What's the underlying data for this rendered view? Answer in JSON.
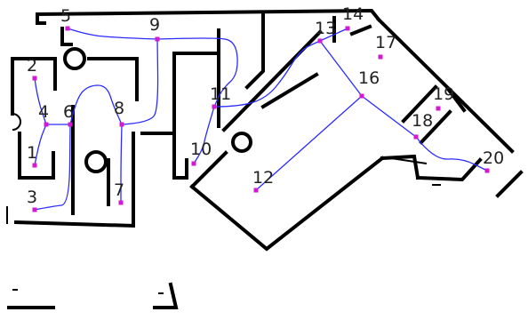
{
  "colors": {
    "background": "#ffffff",
    "wall": "#000000",
    "path": "#2b2bff",
    "node": "#d11ad1",
    "label": "#222222"
  },
  "nodes": [
    {
      "id": "1",
      "label": "1"
    },
    {
      "id": "2",
      "label": "2"
    },
    {
      "id": "3",
      "label": "3"
    },
    {
      "id": "4",
      "label": "4"
    },
    {
      "id": "5",
      "label": "5"
    },
    {
      "id": "6",
      "label": "6"
    },
    {
      "id": "7",
      "label": "7"
    },
    {
      "id": "8",
      "label": "8"
    },
    {
      "id": "9",
      "label": "9"
    },
    {
      "id": "10",
      "label": "10"
    },
    {
      "id": "11",
      "label": "11"
    },
    {
      "id": "12",
      "label": "12"
    },
    {
      "id": "13",
      "label": "13"
    },
    {
      "id": "14",
      "label": "14"
    },
    {
      "id": "16",
      "label": "16"
    },
    {
      "id": "17",
      "label": "17"
    },
    {
      "id": "18",
      "label": "18"
    },
    {
      "id": "19",
      "label": "19"
    },
    {
      "id": "20",
      "label": "20"
    }
  ],
  "edges": [
    [
      "3",
      "6"
    ],
    [
      "2",
      "4"
    ],
    [
      "4",
      "6"
    ],
    [
      "1",
      "4"
    ],
    [
      "6",
      "8"
    ],
    [
      "8",
      "9"
    ],
    [
      "9",
      "5"
    ],
    [
      "9",
      "11"
    ],
    [
      "11",
      "10"
    ],
    [
      "11",
      "13"
    ],
    [
      "13",
      "14"
    ],
    [
      "13",
      "16"
    ],
    [
      "16",
      "12"
    ],
    [
      "16",
      "18"
    ],
    [
      "18",
      "20"
    ],
    [
      "8",
      "7"
    ]
  ]
}
